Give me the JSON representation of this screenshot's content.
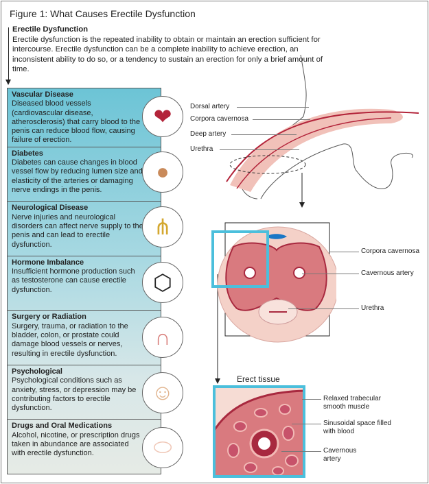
{
  "title": "Figure 1: What Causes Erectile Dysfunction",
  "intro": {
    "heading": "Erectile Dysfunction",
    "text": "Erectile dysfunction is the repeated inability to obtain or maintain an erection sufficient for intercourse. Erectile dysfunction can be a complete inability to achieve erection, an inconsistent ability to do so, or a tendency to sustain an erection for only a brief amount of time."
  },
  "causes": [
    {
      "heading": "Vascular Disease",
      "text": "Diseased blood vessels (cardiovascular disease, atherosclerosis) that carry blood to the penis can reduce blood flow, causing failure of erection.",
      "icon": "heart-icon"
    },
    {
      "heading": "Diabetes",
      "text": "Diabetes can cause changes in blood vessel flow by reducing lumen size and elasticity of the arteries or damaging nerve endings in the penis.",
      "icon": "pancreas-icon"
    },
    {
      "heading": "Neurological Disease",
      "text": "Nerve injuries and neurological disorders can affect nerve supply to the penis and can lead to erectile dysfunction.",
      "icon": "nerves-icon"
    },
    {
      "heading": "Hormone Imbalance",
      "text": "Insufficient hormone production such as testosterone can cause erectile dysfunction.",
      "icon": "steroid-molecule-icon"
    },
    {
      "heading": "Surgery or Radiation",
      "text": "Surgery, trauma, or radiation to the bladder, colon, or prostate could damage blood vessels or nerves, resulting in erectile dysfunction.",
      "icon": "colon-icon"
    },
    {
      "heading": "Psychological",
      "text": "Psychological conditions such as anxiety, stress, or depression may be contributing factors to erectile dysfunction.",
      "icon": "head-icon"
    },
    {
      "heading": "Drugs and Oral Medications",
      "text": "Alcohol, nicotine, or prescription drugs taken in abundance are associated with erectile dysfunction.",
      "icon": "pill-icon"
    }
  ],
  "side_labels": {
    "dorsal_artery": "Dorsal artery",
    "corpora_cavernosa": "Corpora cavernosa",
    "deep_artery": "Deep artery",
    "urethra": "Urethra"
  },
  "cross_section_labels": {
    "corpora_cavernosa": "Corpora cavernosa",
    "cavernous_artery": "Cavernous artery",
    "urethra": "Urethra"
  },
  "erect_tissue": {
    "title": "Erect tissue",
    "labels": [
      "Relaxed trabecular smooth muscle",
      "Sinusoidal space filled with blood",
      "Cavernous artery"
    ]
  },
  "colors": {
    "accent": "#4bbfdc",
    "tissue": "#e8a3a0",
    "artery": "#b3243a"
  }
}
